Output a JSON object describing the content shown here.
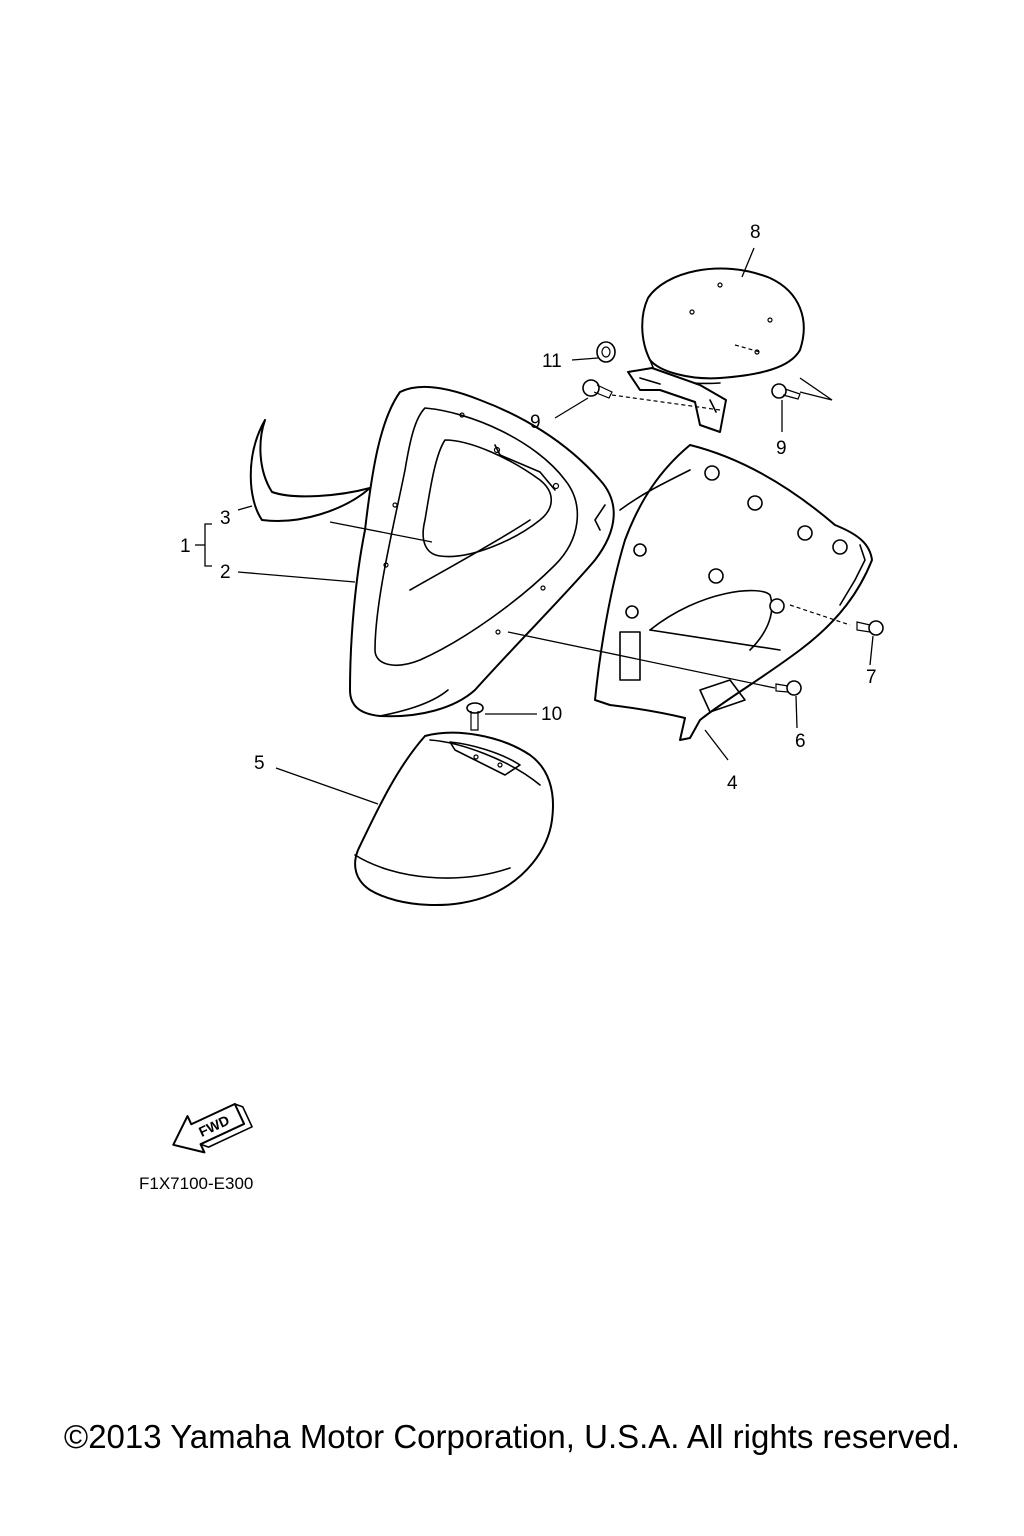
{
  "callouts": {
    "c1": "1",
    "c2": "2",
    "c3": "3",
    "c4": "4",
    "c5": "5",
    "c6": "6",
    "c7": "7",
    "c8": "8",
    "c9a": "9",
    "c9b": "9",
    "c10": "10",
    "c11": "11"
  },
  "fwd_label": "FWD",
  "diagram_code": "F1X7100-E300",
  "copyright": "©2013 Yamaha Motor Corporation, U.S.A. All rights reserved.",
  "icons": {
    "fwd_arrow": "fwd-arrow-icon"
  },
  "colors": {
    "line": "#000000",
    "background": "#ffffff"
  }
}
